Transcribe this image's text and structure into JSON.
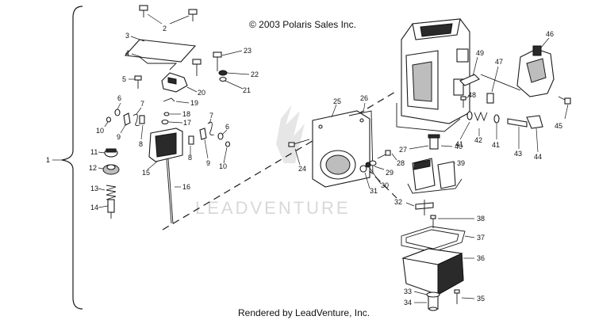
{
  "copyright": "© 2003 Polaris Sales Inc.",
  "footer": "Rendered by LeadVenture, Inc.",
  "watermark": "LEADVENTURE",
  "assembly_label": "1",
  "part_labels": {
    "p2": "2",
    "p3": "3",
    "p4": "4",
    "p5": "5",
    "p6a": "6",
    "p6b": "6",
    "p7a": "7",
    "p7b": "7",
    "p8a": "8",
    "p8b": "8",
    "p9a": "9",
    "p9b": "9",
    "p10a": "10",
    "p10b": "10",
    "p11": "11",
    "p12": "12",
    "p13": "13",
    "p14": "14",
    "p15": "15",
    "p16": "16",
    "p17": "17",
    "p18": "18",
    "p19": "19",
    "p20": "20",
    "p21": "21",
    "p22": "22",
    "p23": "23",
    "p24": "24",
    "p25": "25",
    "p26": "26",
    "p27": "27",
    "p28": "28",
    "p29": "29",
    "p30": "30",
    "p31": "31",
    "p32": "32",
    "p33": "33",
    "p34": "34",
    "p35": "35",
    "p36": "36",
    "p37": "37",
    "p38": "38",
    "p39": "39",
    "p40": "40",
    "p41a": "41",
    "p41b": "41",
    "p42": "42",
    "p43": "43",
    "p44": "44",
    "p45": "45",
    "p46": "46",
    "p47": "47",
    "p48": "48",
    "p49": "49"
  }
}
